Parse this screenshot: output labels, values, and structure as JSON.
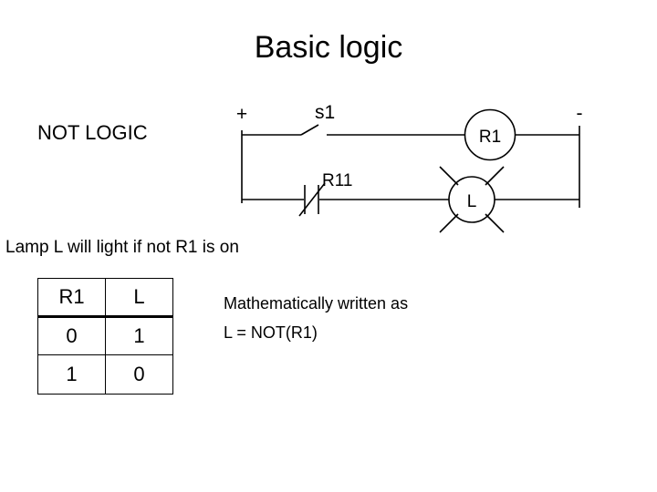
{
  "slide": {
    "title": "Basic logic",
    "section_label": "NOT LOGIC",
    "explanation": "Lamp L will light if not R1 is on"
  },
  "circuit": {
    "positive_rail_label": "+",
    "negative_rail_label": "-",
    "switch_label": "s1",
    "contact_label": "R11",
    "coil_label": "R1",
    "lamp_label": "L",
    "line_color": "#000000",
    "stroke_width": 1.6
  },
  "truth_table": {
    "headers": [
      "R1",
      "L"
    ],
    "rows": [
      [
        "0",
        "1"
      ],
      [
        "1",
        "0"
      ]
    ]
  },
  "math": {
    "intro": "Mathematically written as",
    "expression": "L = NOT(R1)"
  }
}
